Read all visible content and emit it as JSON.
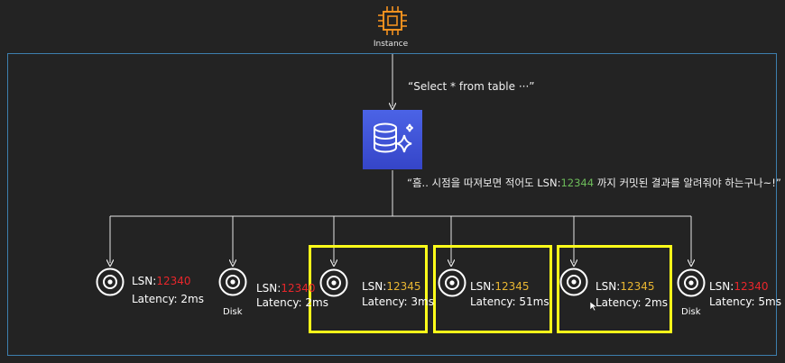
{
  "instance": {
    "label": "Instance",
    "icon": "cpu-chip-icon",
    "icon_color": "#f2911f"
  },
  "query": {
    "text": "“Select * from table ···”"
  },
  "database": {
    "icon": "aurora-database-icon",
    "color": "#4358d8"
  },
  "comment": {
    "before": "“흠.. 시점을 따져보면 적어도 LSN:",
    "lsn": "12344",
    "after": " 까지 커밋된 결과를 알려줘야 하는구나~!”"
  },
  "replicas": [
    {
      "lsn_label": "LSN:",
      "lsn_value": "12340",
      "latency": "Latency: 2ms",
      "disk_label": "",
      "lsn_color": "red",
      "highlighted": false
    },
    {
      "lsn_label": "LSN:",
      "lsn_value": "12340",
      "latency": "Latency: 2ms",
      "disk_label": "Disk",
      "lsn_color": "red",
      "highlighted": false
    },
    {
      "lsn_label": "LSN:",
      "lsn_value": "12345",
      "latency": "Latency: 3ms",
      "disk_label": "",
      "lsn_color": "yellow",
      "highlighted": true
    },
    {
      "lsn_label": "LSN:",
      "lsn_value": "12345",
      "latency": "Latency: 51ms",
      "disk_label": "",
      "lsn_color": "yellow",
      "highlighted": true
    },
    {
      "lsn_label": "LSN:",
      "lsn_value": "12345",
      "latency": "Latency: 2ms",
      "disk_label": "",
      "lsn_color": "yellow",
      "highlighted": true
    },
    {
      "lsn_label": "LSN:",
      "lsn_value": "12340",
      "latency": "Latency: 5ms",
      "disk_label": "Disk",
      "lsn_color": "red",
      "highlighted": false
    }
  ]
}
